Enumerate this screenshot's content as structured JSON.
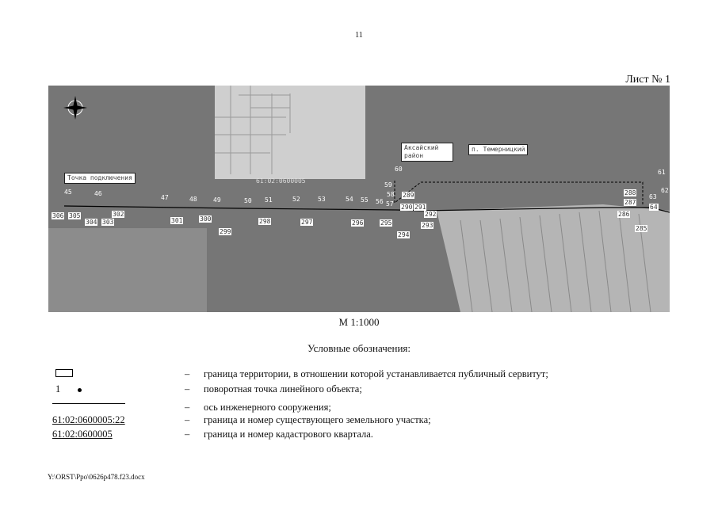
{
  "page_number": "11",
  "sheet_label": "Лист № 1",
  "map": {
    "callouts": {
      "connection_point": "Точка подключения",
      "district": "Аксайский район",
      "settlement": "п. Темерницкий",
      "cadastral_quarter": "61:02:0600005"
    },
    "point_labels": [
      "45",
      "46",
      "306",
      "305",
      "304",
      "303",
      "302",
      "47",
      "301",
      "48",
      "300",
      "49",
      "299",
      "50",
      "51",
      "298",
      "52",
      "53",
      "297",
      "54",
      "55",
      "296",
      "56",
      "57",
      "295",
      "58",
      "59",
      "60",
      "289",
      "290",
      "291",
      "292",
      "293",
      "294",
      "288",
      "287",
      "286",
      "285",
      "61",
      "62",
      "63",
      "64"
    ],
    "colors": {
      "background": "#767676",
      "light_area": "#c9c9c9",
      "line": "#000000"
    }
  },
  "scale": "М 1:1000",
  "legend": {
    "title": "Условные обозначения:",
    "items": [
      {
        "symbol": "",
        "dash": "–",
        "text": "граница территории, в отношении которой устанавливается публичный сервитут;"
      },
      {
        "symbol": "1",
        "dash": "–",
        "text": "поворотная точка линейного объекта;"
      },
      {
        "symbol": "",
        "dash": "–",
        "text": "ось инженерного сооружения;"
      },
      {
        "symbol": "61:02:0600005:22",
        "dash": "–",
        "text": "граница и номер существующего земельного участка;"
      },
      {
        "symbol": "61:02:0600005",
        "dash": "–",
        "text": "граница и номер кадастрового квартала."
      }
    ]
  },
  "footer": "Y:\\ORST\\Ppo\\0626p478.f23.docx"
}
